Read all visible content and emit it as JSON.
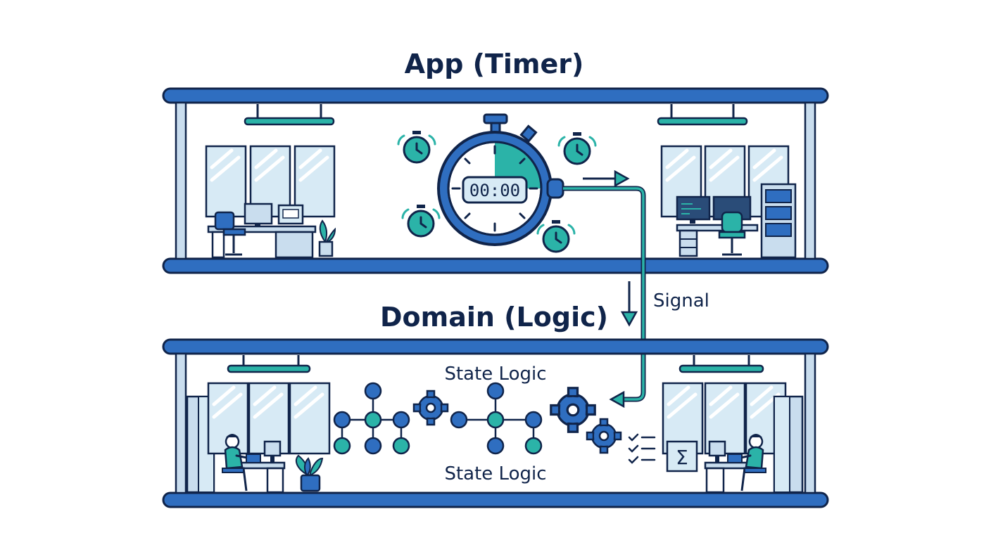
{
  "app_layer": {
    "title": "App (Timer)",
    "timer_display": "00:00"
  },
  "domain_layer": {
    "title": "Domain (Logic)",
    "state_label_top": "State Logic",
    "state_label_bottom": "State Logic",
    "calc_symbol": "Σ"
  },
  "connector": {
    "label": "Signal"
  },
  "icons": [
    "stopwatch-icon",
    "timer-icon",
    "gear-icon",
    "checklist-icon",
    "sigma-icon",
    "plant-icon",
    "monitor-icon",
    "desk-chair-icon",
    "server-rack-icon",
    "worker-at-laptop-icon"
  ],
  "colors": {
    "outline": "#10244a",
    "blue": "#2f6ec0",
    "teal": "#2bb3a8",
    "glass": "#d7eaf5",
    "light_blue": "#c9ddee"
  }
}
